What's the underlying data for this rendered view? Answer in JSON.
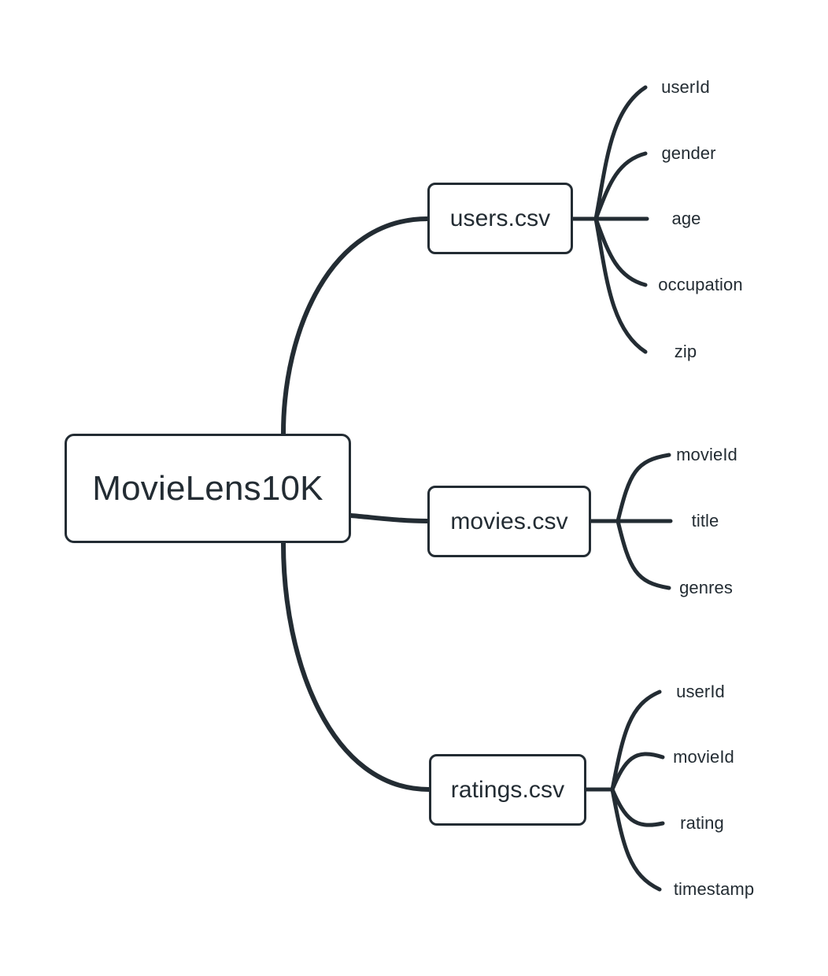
{
  "diagram": {
    "type": "mindmap",
    "background_color": "#ffffff",
    "stroke_color": "#232c33",
    "text_color": "#232c33",
    "root": {
      "label": "MovieLens10K"
    },
    "branches": [
      {
        "id": "users",
        "label": "users.csv",
        "leaves": [
          {
            "label": "userId"
          },
          {
            "label": "gender"
          },
          {
            "label": "age"
          },
          {
            "label": "occupation"
          },
          {
            "label": "zip"
          }
        ]
      },
      {
        "id": "movies",
        "label": "movies.csv",
        "leaves": [
          {
            "label": "movieId"
          },
          {
            "label": "title"
          },
          {
            "label": "genres"
          }
        ]
      },
      {
        "id": "ratings",
        "label": "ratings.csv",
        "leaves": [
          {
            "label": "userId"
          },
          {
            "label": "movieId"
          },
          {
            "label": "rating"
          },
          {
            "label": "timestamp"
          }
        ]
      }
    ]
  }
}
